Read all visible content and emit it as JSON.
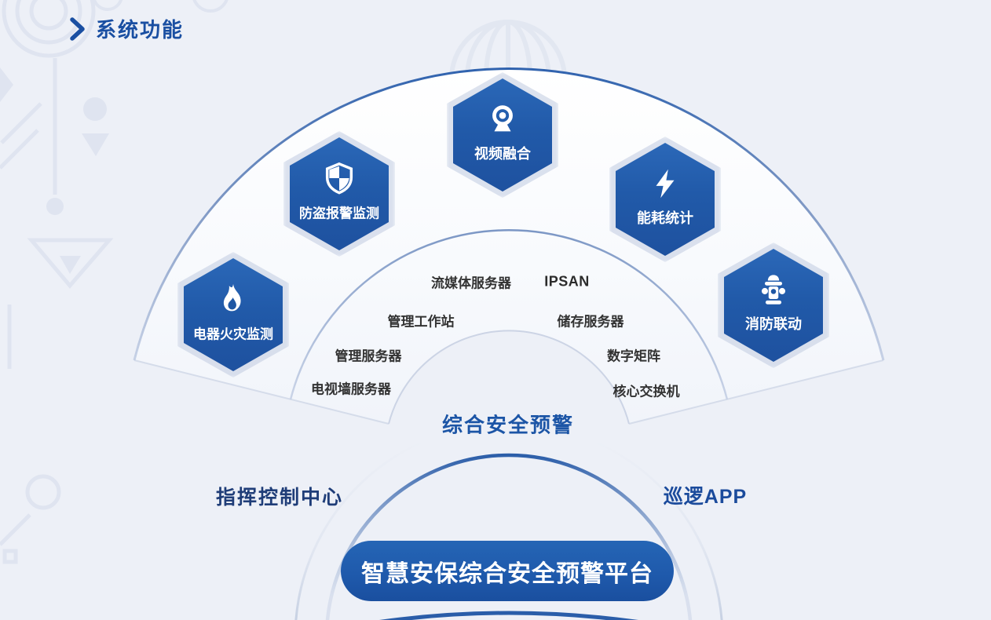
{
  "header": {
    "title": "系统功能"
  },
  "colors": {
    "background": "#edf0f7",
    "accent_blue": "#1f5aab",
    "hexagon_top": "#2b68b8",
    "hexagon_bottom": "#1e519f",
    "dark_text": "#333333",
    "navy_text": "#1f3d78",
    "center_text": "#1c55a6"
  },
  "hexagons": [
    {
      "label": "视频融合",
      "icon": "webcam-icon"
    },
    {
      "label": "防盗报警监测",
      "icon": "shield-icon"
    },
    {
      "label": "能耗统计",
      "icon": "lightning-icon"
    },
    {
      "label": "电器火灾监测",
      "icon": "flame-icon"
    },
    {
      "label": "消防联动",
      "icon": "hydrant-icon"
    }
  ],
  "infrastructure": [
    "流媒体服务器",
    "IPSAN",
    "管理工作站",
    "储存服务器",
    "管理服务器",
    "数字矩阵",
    "电视墙服务器",
    "核心交换机"
  ],
  "center_label": "综合安全预警",
  "bottom": {
    "left_label": "指挥控制中心",
    "right_label": "巡逻APP",
    "platform_label": "智慧安保综合安全预警平台"
  }
}
